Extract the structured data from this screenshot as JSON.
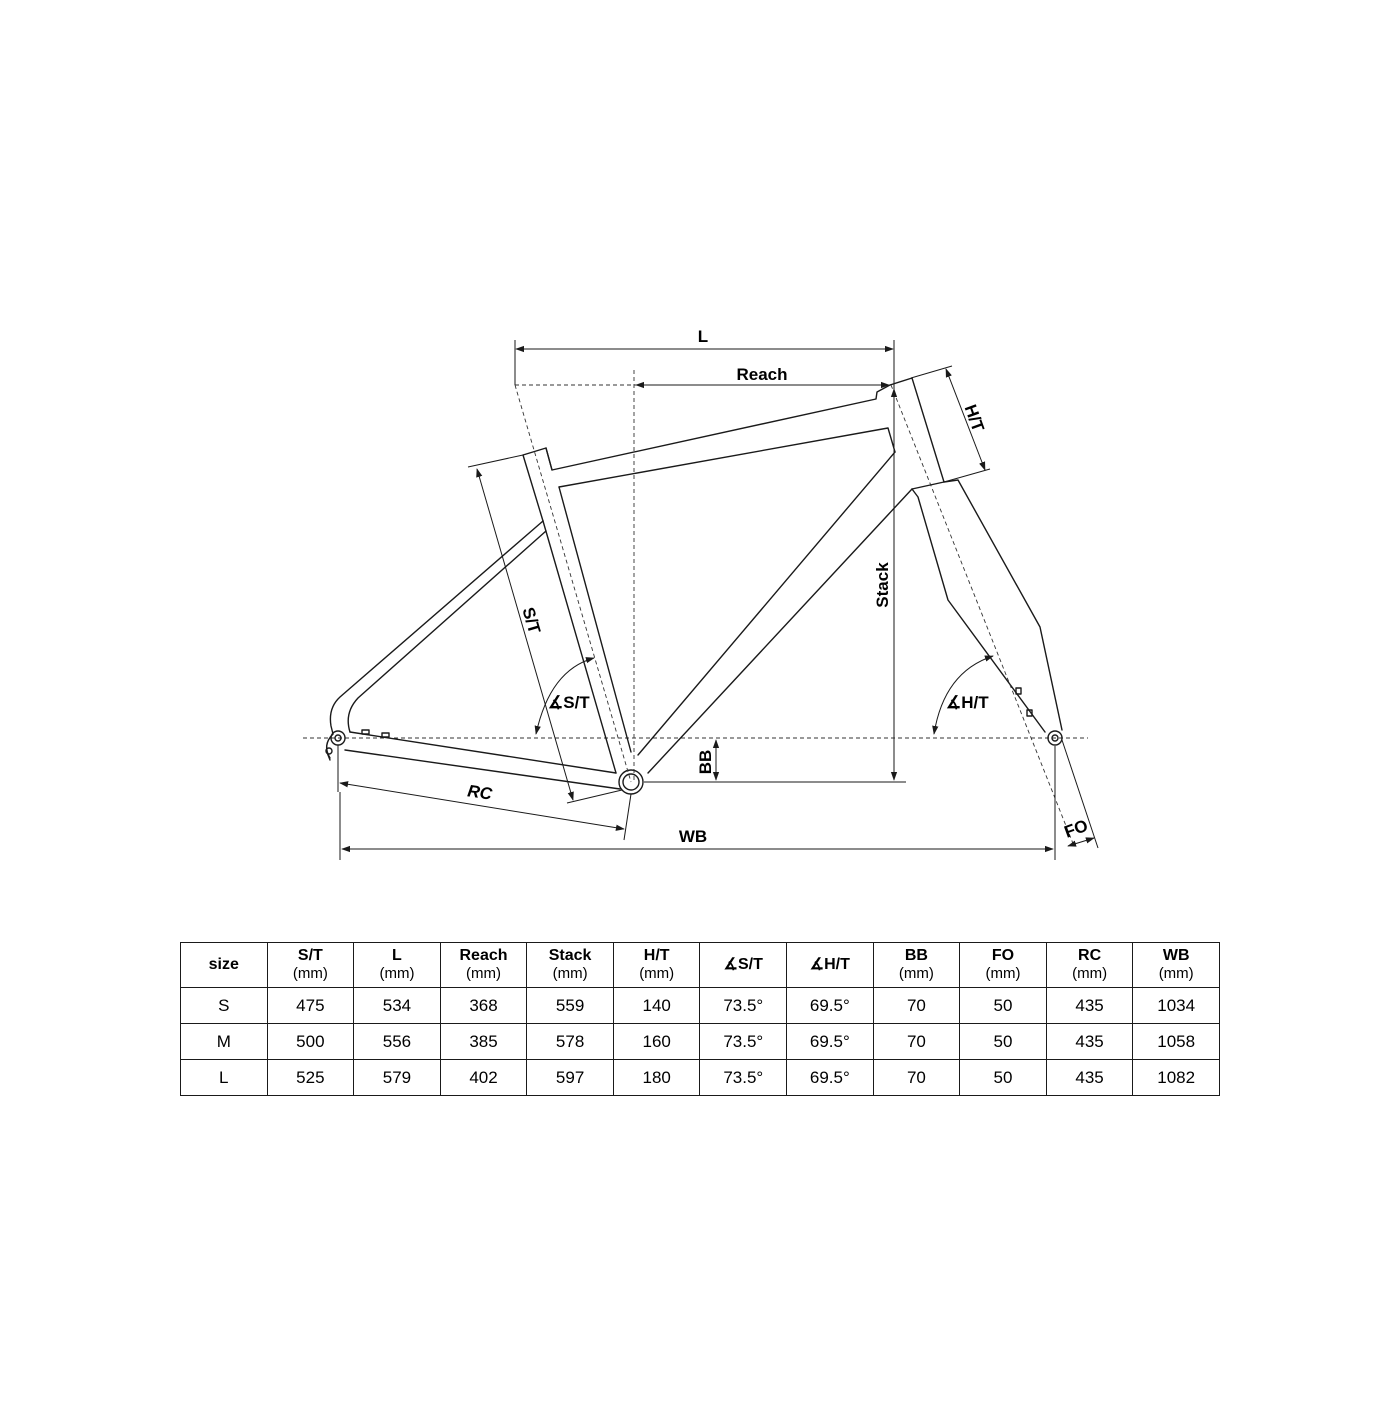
{
  "diagram": {
    "labels": {
      "l": "L",
      "reach": "Reach",
      "ht": "H/T",
      "st": "S/T",
      "stack": "Stack",
      "st_angle": "∡S/T",
      "ht_angle": "∡H/T",
      "bb": "BB",
      "rc": "RC",
      "wb": "WB",
      "fo": "FO"
    }
  },
  "table": {
    "headers": [
      {
        "label": "size",
        "unit": ""
      },
      {
        "label": "S/T",
        "unit": "(mm)"
      },
      {
        "label": "L",
        "unit": "(mm)"
      },
      {
        "label": "Reach",
        "unit": "(mm)"
      },
      {
        "label": "Stack",
        "unit": "(mm)"
      },
      {
        "label": "H/T",
        "unit": "(mm)"
      },
      {
        "label": "∡S/T",
        "unit": ""
      },
      {
        "label": "∡H/T",
        "unit": ""
      },
      {
        "label": "BB",
        "unit": "(mm)"
      },
      {
        "label": "FO",
        "unit": "(mm)"
      },
      {
        "label": "RC",
        "unit": "(mm)"
      },
      {
        "label": "WB",
        "unit": "(mm)"
      }
    ],
    "rows": [
      [
        "S",
        "475",
        "534",
        "368",
        "559",
        "140",
        "73.5°",
        "69.5°",
        "70",
        "50",
        "435",
        "1034"
      ],
      [
        "M",
        "500",
        "556",
        "385",
        "578",
        "160",
        "73.5°",
        "69.5°",
        "70",
        "50",
        "435",
        "1058"
      ],
      [
        "L",
        "525",
        "579",
        "402",
        "597",
        "180",
        "73.5°",
        "69.5°",
        "70",
        "50",
        "435",
        "1082"
      ]
    ]
  }
}
